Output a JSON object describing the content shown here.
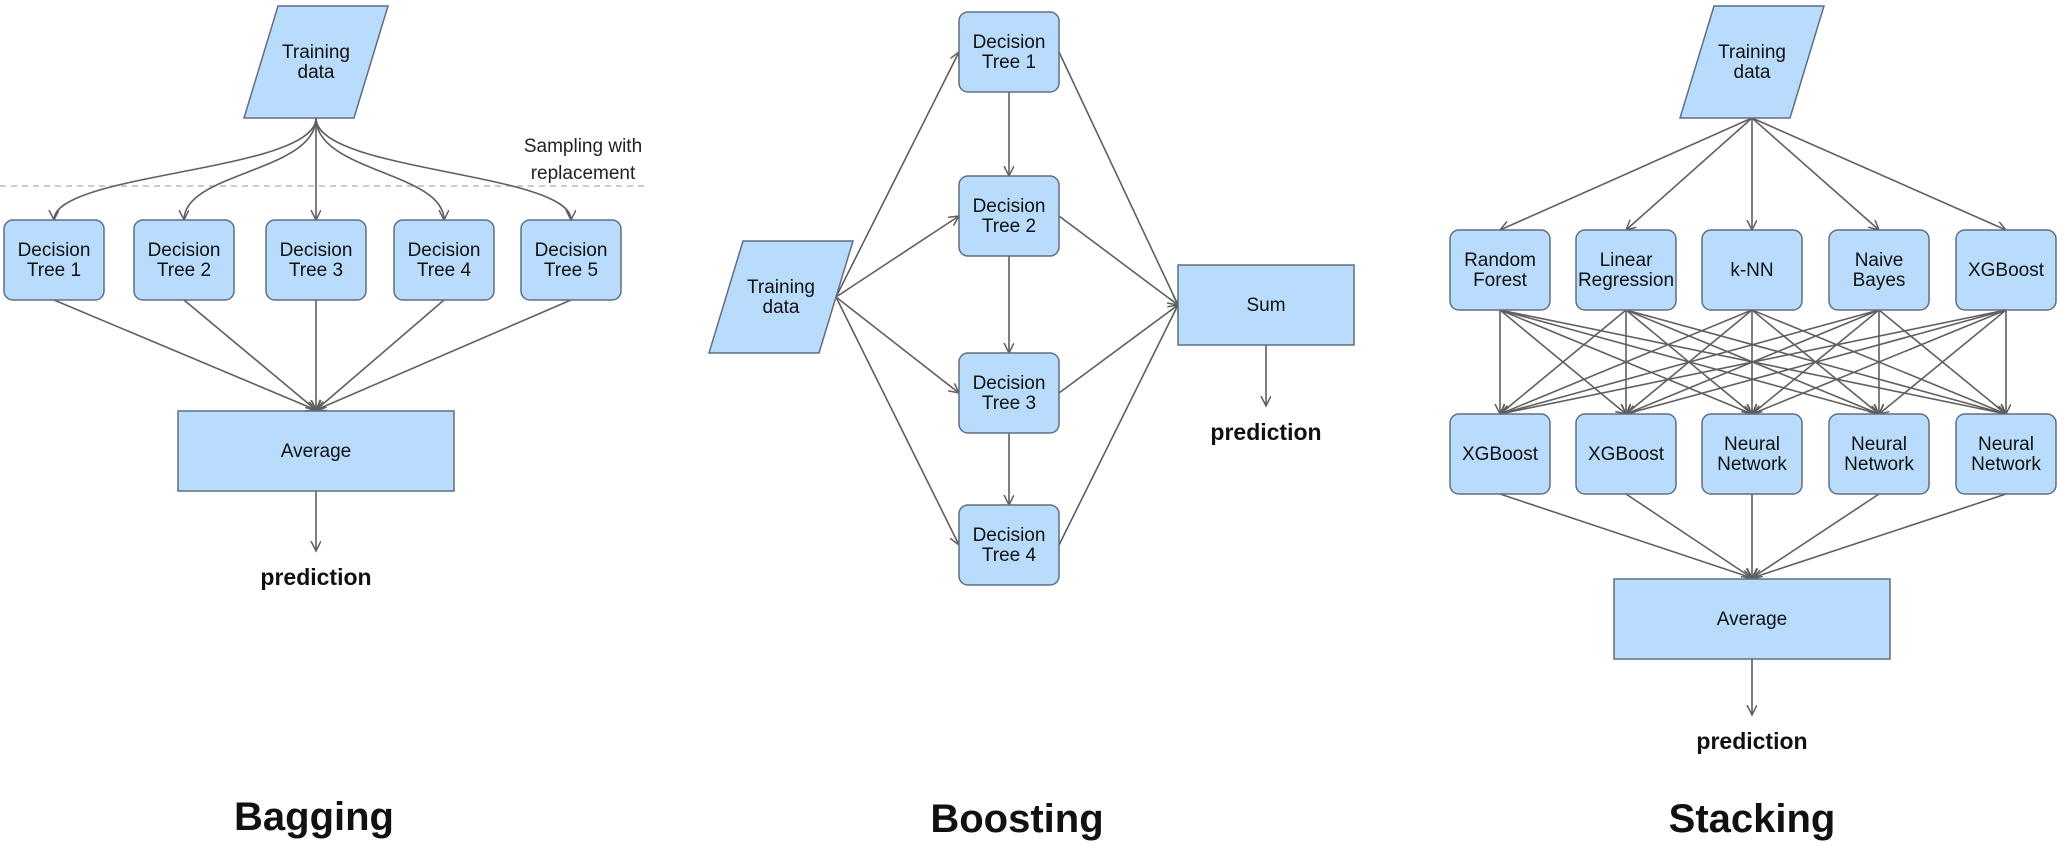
{
  "colors": {
    "node_fill": "#b9dcfc",
    "node_stroke": "#5f6f80",
    "edge": "#5f5f5f"
  },
  "bagging": {
    "title": "Bagging",
    "training": [
      "Training",
      "data"
    ],
    "sampling_note": [
      "Sampling with",
      "replacement"
    ],
    "trees": [
      [
        "Decision",
        "Tree 1"
      ],
      [
        "Decision",
        "Tree 2"
      ],
      [
        "Decision",
        "Tree 3"
      ],
      [
        "Decision",
        "Tree 4"
      ],
      [
        "Decision",
        "Tree 5"
      ]
    ],
    "aggregator": "Average",
    "output": "prediction"
  },
  "boosting": {
    "title": "Boosting",
    "training": [
      "Training",
      "data"
    ],
    "trees": [
      [
        "Decision",
        "Tree 1"
      ],
      [
        "Decision",
        "Tree 2"
      ],
      [
        "Decision",
        "Tree 3"
      ],
      [
        "Decision",
        "Tree 4"
      ]
    ],
    "aggregator": "Sum",
    "output": "prediction"
  },
  "stacking": {
    "title": "Stacking",
    "training": [
      "Training",
      "data"
    ],
    "base_models": [
      [
        "Random",
        "Forest"
      ],
      [
        "Linear",
        "Regression"
      ],
      [
        "k-NN"
      ],
      [
        "Naive",
        "Bayes"
      ],
      [
        "XGBoost"
      ]
    ],
    "meta_models": [
      [
        "XGBoost"
      ],
      [
        "XGBoost"
      ],
      [
        "Neural",
        "Network"
      ],
      [
        "Neural",
        "Network"
      ],
      [
        "Neural",
        "Network"
      ]
    ],
    "aggregator": "Average",
    "output": "prediction"
  }
}
